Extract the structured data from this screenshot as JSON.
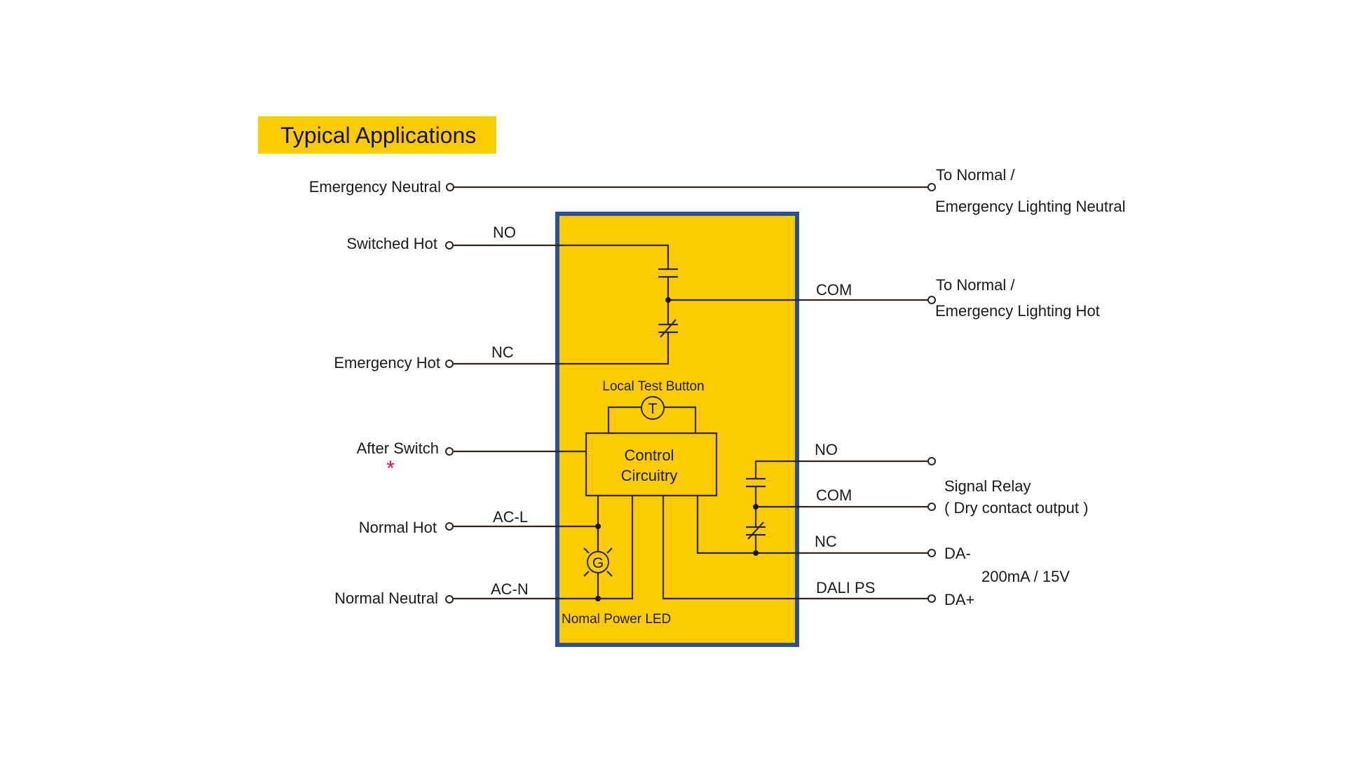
{
  "title": "Typical Applications",
  "colors": {
    "title_bg": "#fccb00",
    "module_fill": "#fccb00",
    "module_border": "#2a4fa0",
    "wire": "#2b2420",
    "asterisk": "#e0104a"
  },
  "left_terminals": {
    "emergency_neutral": "Emergency Neutral",
    "switched_hot": "Switched Hot",
    "emergency_hot": "Emergency Hot",
    "after_switch": "After Switch",
    "after_switch_note": "*",
    "normal_hot": "Normal Hot",
    "normal_neutral": "Normal Neutral"
  },
  "left_pins": {
    "no": "NO",
    "nc": "NC",
    "ac_l": "AC-L",
    "ac_n": "AC-N"
  },
  "module": {
    "local_test_button": "Local Test Button",
    "test_symbol": "T",
    "control_line1": "Control",
    "control_line2": "Circuitry",
    "lamp_symbol": "G",
    "normal_power_led": "Nomal Power LED"
  },
  "right_pins": {
    "com": "COM",
    "relay_no": "NO",
    "relay_com": "COM",
    "relay_nc": "NC",
    "dali_ps": "DALI PS"
  },
  "right_terminals": {
    "neutral_out_line1": "To Normal /",
    "neutral_out_line2": "Emergency Lighting Neutral",
    "hot_out_line1": "To Normal /",
    "hot_out_line2": "Emergency Lighting Hot",
    "signal_relay_line1": "Signal Relay",
    "signal_relay_line2": "( Dry contact output )",
    "da_minus": "DA-",
    "dali_rating": "200mA / 15V",
    "da_plus": "DA+"
  }
}
